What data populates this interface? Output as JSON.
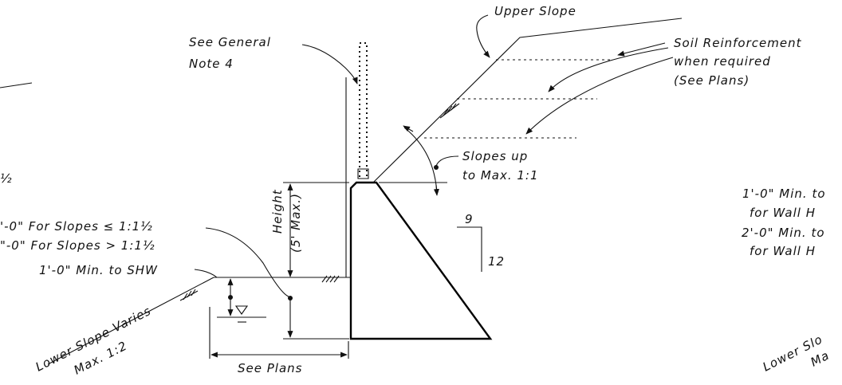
{
  "labels": {
    "upper_slope": "Upper Slope",
    "see_general": "See General",
    "note_4": "Note 4",
    "soil_reinf_1": "Soil Reinforcement",
    "soil_reinf_2": "when required",
    "soil_reinf_3": "(See Plans)",
    "slopes_up_1": "Slopes up",
    "slopes_up_2": "to Max. 1:1",
    "left_frac": "½",
    "slope_note_1": "'-0\" For Slopes ≤ 1:1½",
    "slope_note_2": "\"-0\" For Slopes > 1:1½",
    "min_shw": "1'-0\" Min. to SHW",
    "height": "Height",
    "height_max": "(5' Max.)",
    "batter_run": "9",
    "batter_rise": "12",
    "right_note_1": "1'-0\" Min. to",
    "right_note_2": "for Wall H",
    "right_note_3": "2'-0\" Min. to",
    "right_note_4": "for Wall H",
    "lower_slope_1": "Lower Slope Varies",
    "lower_slope_2": "Max. 1:2",
    "see_plans": "See Plans",
    "right_lower_1": "Lower Slo",
    "right_lower_2": "Ma"
  }
}
